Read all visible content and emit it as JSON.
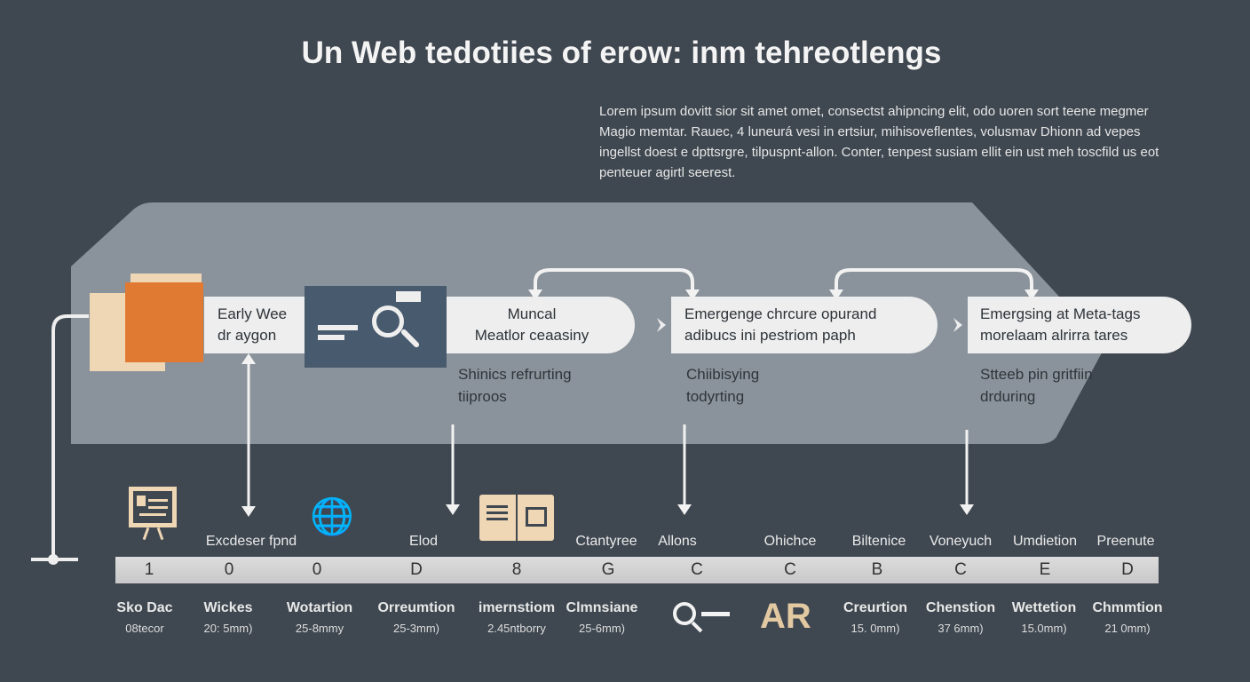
{
  "title": "Un Web tedotiies of erow: inm tehreotlengs",
  "intro": "Lorem ipsum dovitt sior sit amet omet, consectst ahipncing elit, odo uoren sort teene megmer Magio memtar. Rauec, 4 luneurá vesi in ertsiur, mihisoveflentes, volusmav Dhionn ad vepes ingellst doest e dpttsrgre, tilpuspnt-allon. Conter, tenpest susiam ellit ein ust meh toscfild us eot penteuer agirtl seerest.",
  "stages": [
    {
      "title": [
        "Early Wee",
        "dr aygon"
      ]
    },
    {
      "title": [
        "Muncal",
        "Meatlor ceaasiny"
      ],
      "sub": [
        "Shinics refrurting",
        "tiiproos"
      ]
    },
    {
      "title": [
        "Emergenge chrcure opurand",
        "adibucs ini pestriom paph"
      ],
      "sub": [
        "Chiibisying",
        "todyrting"
      ]
    },
    {
      "title": [
        "Emergsing at Meta-tags",
        "morelaam alrirra tares"
      ],
      "sub": [
        "Stteeb pin gritfiin",
        "drduring"
      ]
    }
  ],
  "timeline_top": [
    "Excdeser fpnd",
    "Elod",
    "Ctantyree",
    "Allons",
    "Ohichce",
    "Biltenice",
    "Voneyuch",
    "Umdietion",
    "Preenute"
  ],
  "timeline_values": [
    "1",
    "0",
    "0",
    "D",
    "8",
    "G",
    "C",
    "C",
    "B",
    "C",
    "E",
    "D"
  ],
  "timeline_bottom": [
    {
      "a": "Sko Dac",
      "b": "08tecor"
    },
    {
      "a": "Wickes",
      "b": "20: 5mm)"
    },
    {
      "a": "Wotartion",
      "b": "25-8mmy"
    },
    {
      "a": "Orreumtion",
      "b": "25-3mm)"
    },
    {
      "a": "imernstiom",
      "b": "2.45ntborry"
    },
    {
      "a": "Clmnsiane",
      "b": "25-6mm)"
    },
    {
      "a": "Creurtion",
      "b": "15. 0mm)"
    },
    {
      "a": "Chenstion",
      "b": "37 6mm)"
    },
    {
      "a": "Wettetion",
      "b": "15.0mm)"
    },
    {
      "a": "Chmmtion",
      "b": "21 0mm)"
    }
  ],
  "ar_label": "AR",
  "colors": {
    "bg": "#3f4750",
    "band": "#8a939b",
    "accent": "#e07a32",
    "beige": "#efd6b4",
    "navy": "#485a6e"
  }
}
